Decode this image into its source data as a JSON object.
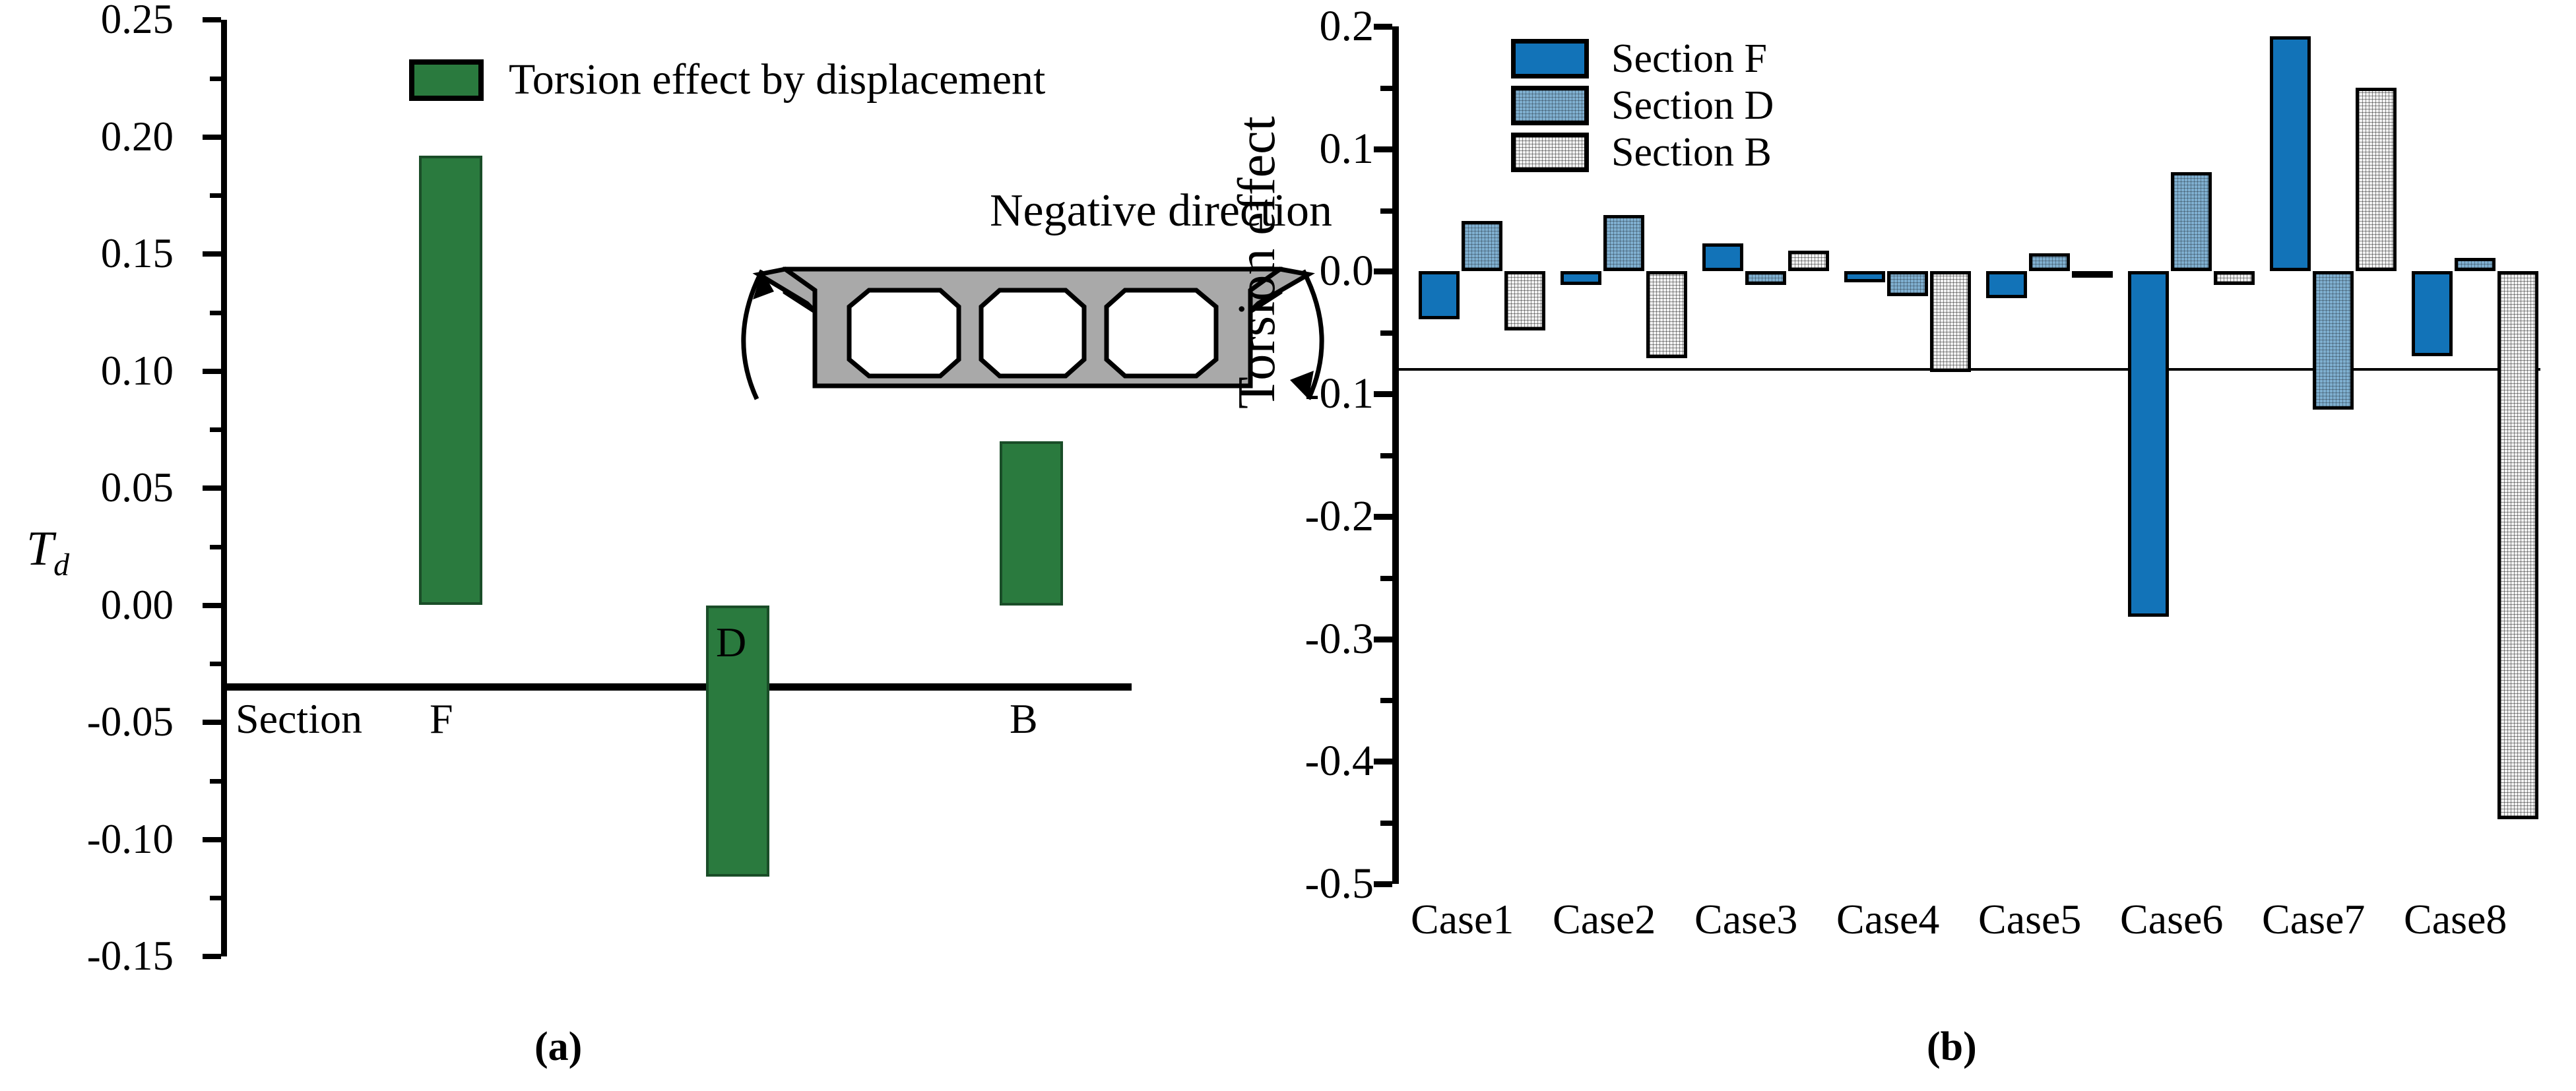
{
  "figure": {
    "panel_a_caption": "(a)",
    "panel_b_caption": "(b)"
  },
  "panel_a": {
    "legend_label": "Torsion effect by displacement",
    "legend_color": "#2a7a3e",
    "y_axis_label_main": "T",
    "y_axis_label_sub": "d",
    "section_prefix": "Section",
    "annotation": "Negative direction",
    "tick_labels": [
      "0.25",
      "0.20",
      "0.15",
      "0.10",
      "0.05",
      "0.00",
      "-0.05",
      "-0.10",
      "-0.15"
    ],
    "bar_labels": [
      "F",
      "D",
      "B"
    ]
  },
  "panel_b": {
    "y_axis_label": "Torsion effect",
    "tick_labels": [
      "0.2",
      "0.1",
      "0.0",
      "-0.1",
      "-0.2",
      "-0.3",
      "-0.4",
      "-0.5"
    ],
    "legend": [
      {
        "label": "Section F",
        "color": "#1273b8",
        "pattern": "solid"
      },
      {
        "label": "Section D",
        "color": "#7fafd0",
        "pattern": "cross-hatch"
      },
      {
        "label": "Section B",
        "color": "#f2f2f2",
        "pattern": "cross-hatch"
      }
    ]
  },
  "chart_data": [
    {
      "type": "bar",
      "panel": "(a)",
      "title": "",
      "xlabel": "Section",
      "ylabel": "T_d",
      "ylim": [
        -0.15,
        0.25
      ],
      "ytick_step": 0.05,
      "grid": false,
      "legend_position": "top-left",
      "categories": [
        "F",
        "D",
        "B"
      ],
      "series": [
        {
          "name": "Torsion effect by displacement",
          "color": "#2a7a3e",
          "values": [
            0.192,
            -0.116,
            0.07
          ]
        }
      ],
      "annotations": [
        "Negative direction"
      ]
    },
    {
      "type": "bar",
      "panel": "(b)",
      "title": "",
      "xlabel": "",
      "ylabel": "Torsion effect",
      "ylim": [
        -0.5,
        0.2
      ],
      "ytick_step": 0.1,
      "grid": false,
      "legend_position": "top-left",
      "categories": [
        "Case1",
        "Case2",
        "Case3",
        "Case4",
        "Case5",
        "Case6",
        "Case7",
        "Case8"
      ],
      "series": [
        {
          "name": "Section F",
          "color": "#1273b8",
          "values": [
            -0.039,
            -0.011,
            0.023,
            -0.009,
            -0.022,
            -0.282,
            0.192,
            -0.069
          ]
        },
        {
          "name": "Section D",
          "color": "#7fafd0",
          "values": [
            0.041,
            0.046,
            -0.011,
            -0.02,
            0.015,
            0.081,
            -0.113,
            0.011
          ]
        },
        {
          "name": "Section B",
          "color": "#f2f2f2",
          "values": [
            -0.048,
            -0.071,
            0.017,
            -0.082,
            -0.003,
            -0.011,
            0.15,
            -0.447
          ]
        }
      ]
    }
  ]
}
